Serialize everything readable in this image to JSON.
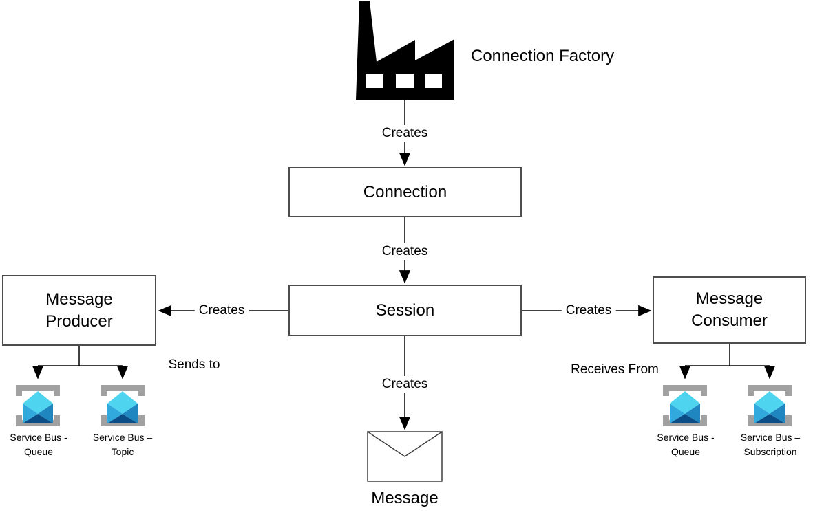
{
  "labels": {
    "connection_factory": "Connection Factory",
    "creates": "Creates",
    "connection": "Connection",
    "session": "Session",
    "producer_line1": "Message",
    "producer_line2": "Producer",
    "consumer_line1": "Message",
    "consumer_line2": "Consumer",
    "sends_to": "Sends to",
    "receives_from": "Receives From",
    "message": "Message"
  },
  "service_bus_nodes": [
    {
      "line1": "Service Bus -",
      "line2": "Queue"
    },
    {
      "line1": "Service Bus –",
      "line2": "Topic"
    },
    {
      "line1": "Service Bus -",
      "line2": "Queue"
    },
    {
      "line1": "Service Bus –",
      "line2": "Subscription"
    }
  ],
  "colors": {
    "factory": "#000000",
    "line": "#000000",
    "box_border": "#4d4d4d",
    "envelope_stroke": "#3f3f3f",
    "sb_frame": "#a1a1a1",
    "sb_top": "#4fd4f0",
    "sb_left": "#32a9dc",
    "sb_right": "#1f86c0",
    "sb_bottom": "#0b4e87"
  }
}
